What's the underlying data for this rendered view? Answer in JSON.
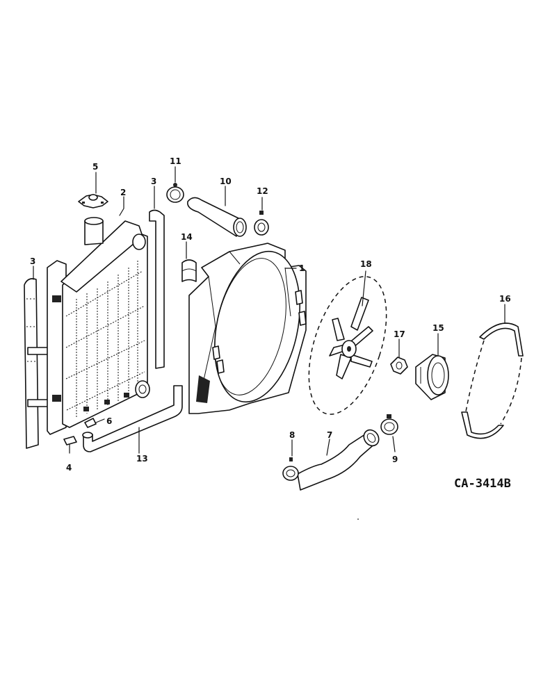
{
  "drawing_code": "CA-3414B",
  "callouts": {
    "c1": "1",
    "c2": "2",
    "c3a": "3",
    "c3b": "3",
    "c4": "4",
    "c5": "5",
    "c6": "6",
    "c7": "7",
    "c8": "8",
    "c9": "9",
    "c10": "10",
    "c11": "11",
    "c12": "12",
    "c13": "13",
    "c14": "14",
    "c15": "15",
    "c16": "16",
    "c17": "17",
    "c18": "18"
  }
}
